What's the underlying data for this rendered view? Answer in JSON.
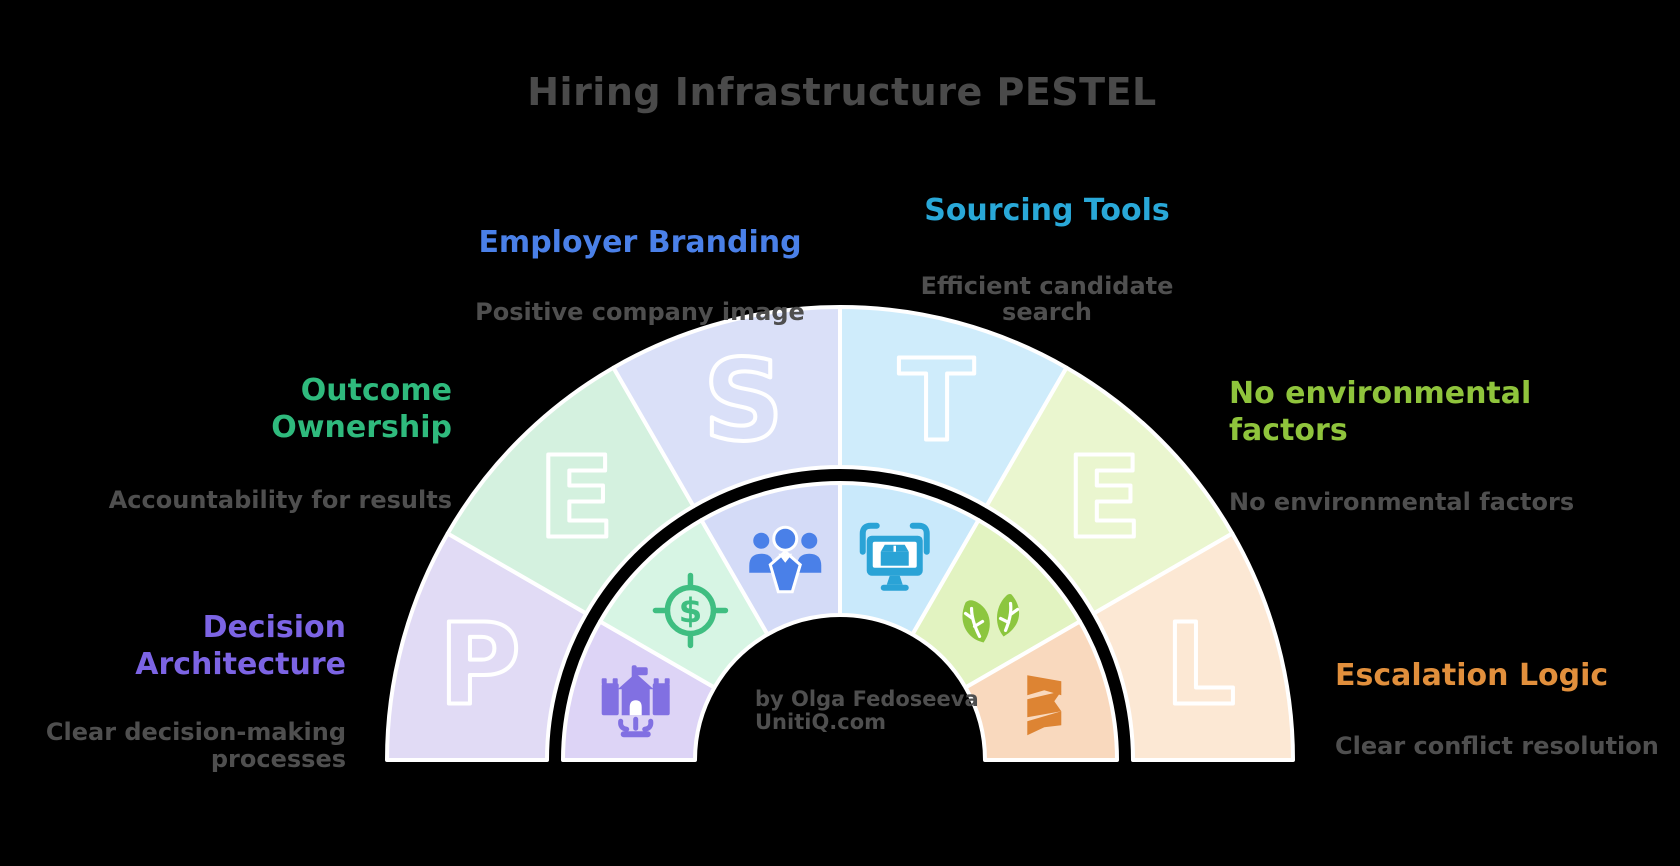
{
  "title": "Hiring Infrastructure PESTEL",
  "credit": {
    "line1": "by Olga Fedoseeva",
    "line2": "UnitiQ.com"
  },
  "text_colors": {
    "heading": "#4a4a4a",
    "subtitle": "#4f4f4f"
  },
  "segments": [
    {
      "letter": "P",
      "name": "political",
      "outer_color": "#e1dbf5",
      "inner_color": "#ddd4f6",
      "icon": "bank-icon",
      "icon_color": "#8170e2"
    },
    {
      "letter": "E",
      "name": "economic",
      "outer_color": "#d4f1df",
      "inner_color": "#d7f5e4",
      "icon": "dollar-target-icon",
      "icon_color": "#3fbe81"
    },
    {
      "letter": "S",
      "name": "social",
      "outer_color": "#dae0f8",
      "inner_color": "#d4dbf7",
      "icon": "team-icon",
      "icon_color": "#4a80e8"
    },
    {
      "letter": "T",
      "name": "technological",
      "outer_color": "#cfecfb",
      "inner_color": "#c9e9fb",
      "icon": "monitor-icon",
      "icon_color": "#2aa3d6"
    },
    {
      "letter": "E",
      "name": "environmental",
      "outer_color": "#eaf6cf",
      "inner_color": "#e2f3c1",
      "icon": "leaves-icon",
      "icon_color": "#8cc63f"
    },
    {
      "letter": "L",
      "name": "legal",
      "outer_color": "#fce8d4",
      "inner_color": "#f9d9be",
      "icon": "ribbon-icon",
      "icon_color": "#dd8433"
    }
  ],
  "labels": [
    {
      "id": "decision-architecture",
      "title": "Decision\nArchitecture",
      "subtitle": "Clear decision-making\nprocesses",
      "color": "#7c64e4"
    },
    {
      "id": "outcome-ownership",
      "title": "Outcome\nOwnership",
      "subtitle": "Accountability for results",
      "color": "#2fba7d"
    },
    {
      "id": "employer-branding",
      "title": "Employer Branding",
      "subtitle": "Positive company image",
      "color": "#4a80e8"
    },
    {
      "id": "sourcing-tools",
      "title": "Sourcing Tools",
      "subtitle": "Efficient candidate\nsearch",
      "color": "#29a8d8"
    },
    {
      "id": "no-environmental",
      "title": "No environmental\nfactors",
      "subtitle": "No environmental factors",
      "color": "#8fc43c"
    },
    {
      "id": "escalation-logic",
      "title": "Escalation Logic",
      "subtitle": "Clear conflict resolution",
      "color": "#e18f3c"
    }
  ]
}
